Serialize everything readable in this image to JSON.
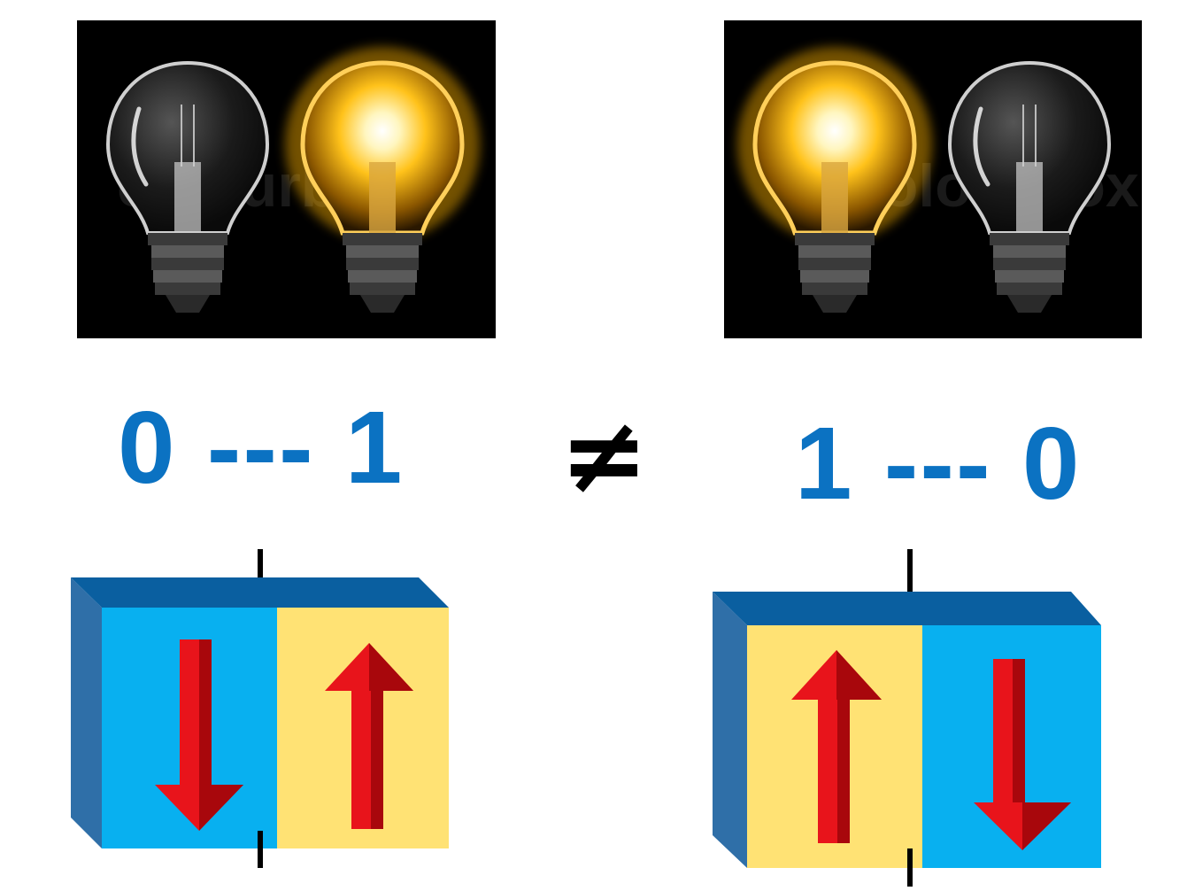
{
  "left": {
    "label": "0 --- 1",
    "bulbs": [
      "off",
      "on"
    ],
    "spins": [
      "down",
      "up"
    ],
    "cell_colors": [
      "#08b0f0",
      "#ffe274"
    ]
  },
  "right": {
    "label": "1 --- 0",
    "bulbs": [
      "on",
      "off"
    ],
    "spins": [
      "up",
      "down"
    ],
    "cell_colors": [
      "#ffe274",
      "#08b0f0"
    ]
  },
  "relation": "≠",
  "watermark": "colourbox",
  "colors": {
    "label_blue": "#0b72c2",
    "block_top": "#0a5fa0",
    "block_side": "#2f6fa8",
    "arrow_red": "#e8141b",
    "bulb_glow": "#ffb400"
  }
}
